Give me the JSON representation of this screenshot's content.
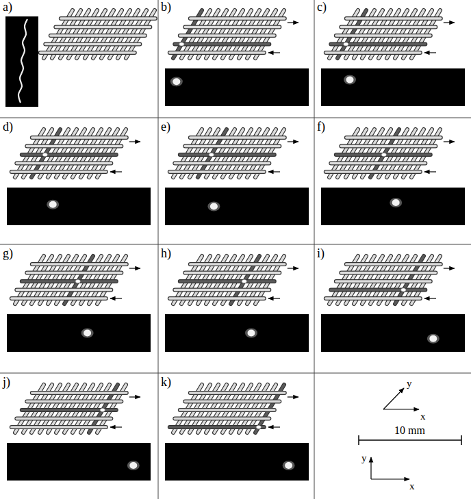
{
  "diagram": {
    "labels": [
      "a)",
      "b)",
      "c)",
      "d)",
      "e)",
      "f)",
      "g)",
      "h)",
      "i)",
      "j)",
      "k)",
      "y",
      "x",
      "10 mm",
      "y",
      "x"
    ]
  }
}
